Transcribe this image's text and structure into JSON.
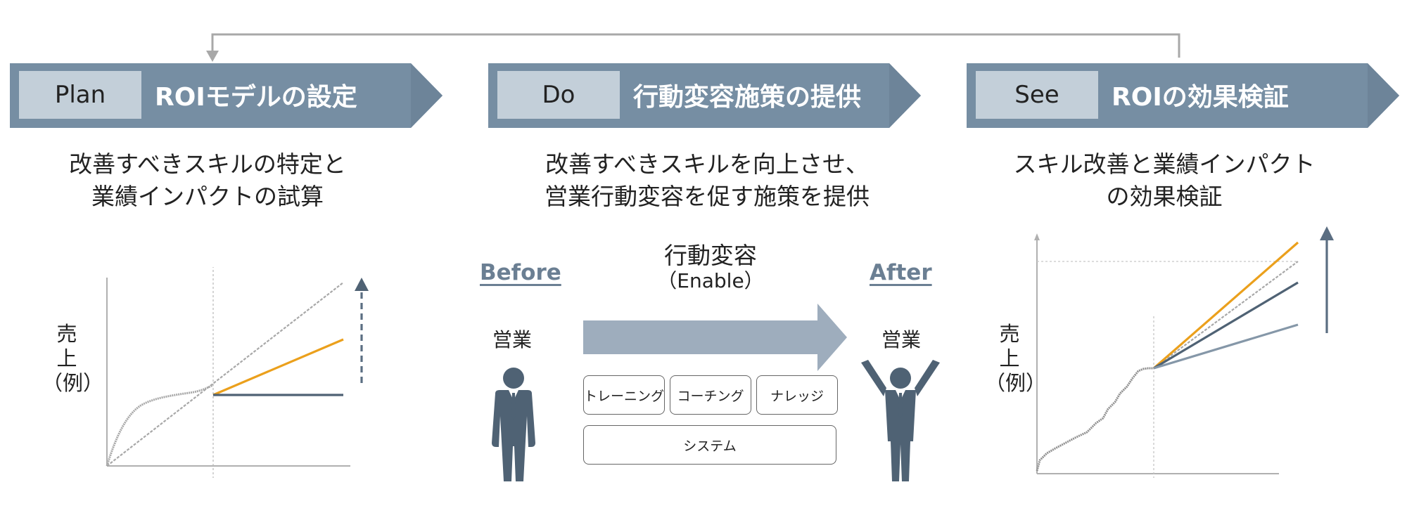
{
  "colors": {
    "banner": "#768ea3",
    "banner_label_bg": "#c3cfd9",
    "accent_orange": "#eba01c",
    "dark_slate": "#4f6274",
    "mid_slate": "#6b7f93",
    "light_slate": "#8597a8",
    "arrow_fill": "#9eadbd",
    "gray_line": "#a8a8a8"
  },
  "stages": [
    {
      "label": "Plan",
      "title": "ROIモデルの設定",
      "description": [
        "改善すべきスキルの特定と",
        "業績インパクトの試算"
      ]
    },
    {
      "label": "Do",
      "title": "行動変容施策の提供",
      "description": [
        "改善すべきスキルを向上させ、",
        "営業行動変容を促す施策を提供"
      ]
    },
    {
      "label": "See",
      "title": "ROIの効果検証",
      "description": [
        "スキル改善と業績インパクト",
        "の効果検証"
      ]
    }
  ],
  "plan_chart": {
    "ylabel": [
      "売",
      "上",
      "（例）"
    ]
  },
  "do_section": {
    "before": "Before",
    "after": "After",
    "person_before": "営業",
    "person_after": "営業",
    "change_title": "行動変容",
    "change_subtitle": "（Enable）",
    "tools": [
      "トレーニング",
      "コーチング",
      "ナレッジ"
    ],
    "system": "システム"
  },
  "see_chart": {
    "ylabel": [
      "売",
      "上",
      "（例）"
    ]
  }
}
